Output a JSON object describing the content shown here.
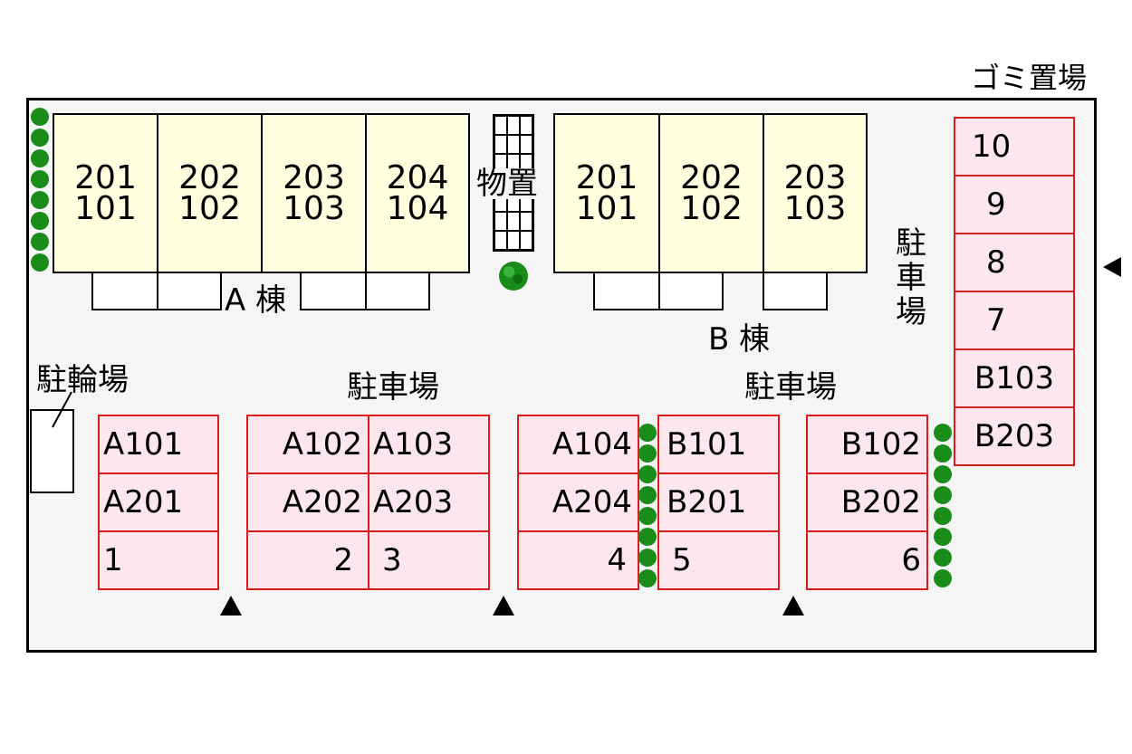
{
  "title": "ゴミ置場",
  "building_a": {
    "label": "A 棟",
    "units": [
      {
        "upper": "201",
        "lower": "101"
      },
      {
        "upper": "202",
        "lower": "102"
      },
      {
        "upper": "203",
        "lower": "103"
      },
      {
        "upper": "204",
        "lower": "104"
      }
    ]
  },
  "building_b": {
    "label": "B 棟",
    "units": [
      {
        "upper": "201",
        "lower": "101"
      },
      {
        "upper": "202",
        "lower": "102"
      },
      {
        "upper": "203",
        "lower": "103"
      }
    ]
  },
  "storage_label": "物置",
  "bicycle_parking_label": "駐輪場",
  "parking_label": "駐車場",
  "parking_label_vertical": "駐車場",
  "bottom_stalls": {
    "col1": [
      "A101",
      "A201",
      "1"
    ],
    "col2": [
      "A102",
      "A202",
      "2"
    ],
    "col3": [
      "A103",
      "A203",
      "3"
    ],
    "col4": [
      "A104",
      "A204",
      "4"
    ],
    "col5": [
      "B101",
      "B201",
      "5"
    ],
    "col6": [
      "B102",
      "B202",
      "6"
    ]
  },
  "right_stalls": [
    "10",
    "9",
    "8",
    "7",
    "B103",
    "B203"
  ],
  "colors": {
    "stall_fill": "#fde6ec",
    "stall_border": "#d81d1d",
    "unit_fill": "#ffffe0",
    "hedge": "#1a8c1a"
  }
}
